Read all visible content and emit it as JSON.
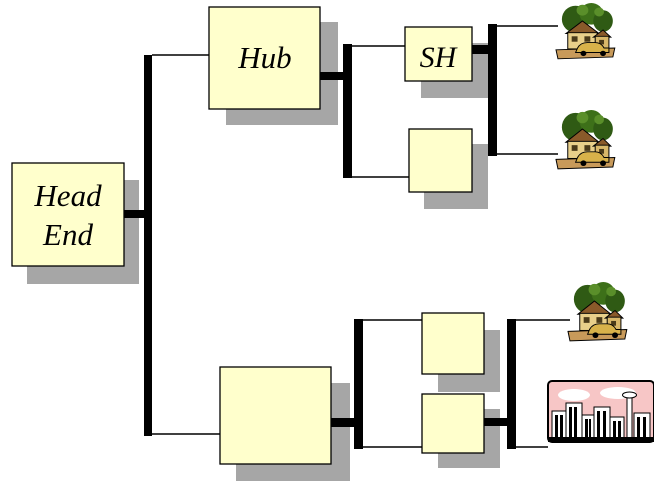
{
  "nodes": {
    "head_end": {
      "line1": "Head",
      "line2": "End"
    },
    "hub": {
      "label": "Hub"
    },
    "sh": {
      "label": "SH"
    }
  },
  "icons": {
    "house": "house-clipart-icon",
    "city": "city-skyline-clipart-icon"
  },
  "colors": {
    "box_fill": "#ffffcc",
    "shadow": "#a6a6a6",
    "bar": "#000000",
    "city_sky": "#f7c6c6"
  }
}
